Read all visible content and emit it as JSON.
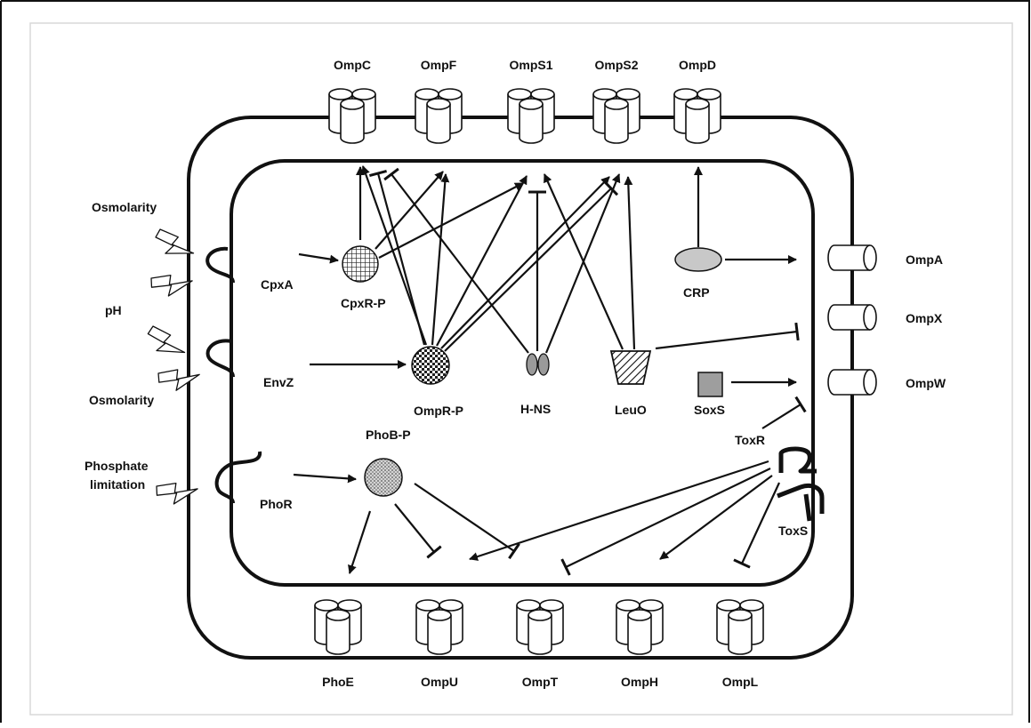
{
  "porins_top": [
    "OmpC",
    "OmpF",
    "OmpS1",
    "OmpS2",
    "OmpD"
  ],
  "porins_bottom": [
    "PhoE",
    "OmpU",
    "OmpT",
    "OmpH",
    "OmpL"
  ],
  "porins_right": [
    "OmpA",
    "OmpX",
    "OmpW"
  ],
  "signals": {
    "osmolarity_top": "Osmolarity",
    "ph": "pH",
    "osmolarity_bottom": "Osmolarity",
    "phosphate_line1": "Phosphate",
    "phosphate_line2": "limitation"
  },
  "sensors": {
    "cpxa": "CpxA",
    "envz": "EnvZ",
    "phor": "PhoR",
    "toxr": "ToxR",
    "toxs": "ToxS"
  },
  "regulators": {
    "cpxr": "CpxR-P",
    "ompr": "OmpR-P",
    "phob": "PhoB-P",
    "hns": "H-NS",
    "leuo": "LeuO",
    "crp": "CRP",
    "soxs": "SoxS"
  }
}
